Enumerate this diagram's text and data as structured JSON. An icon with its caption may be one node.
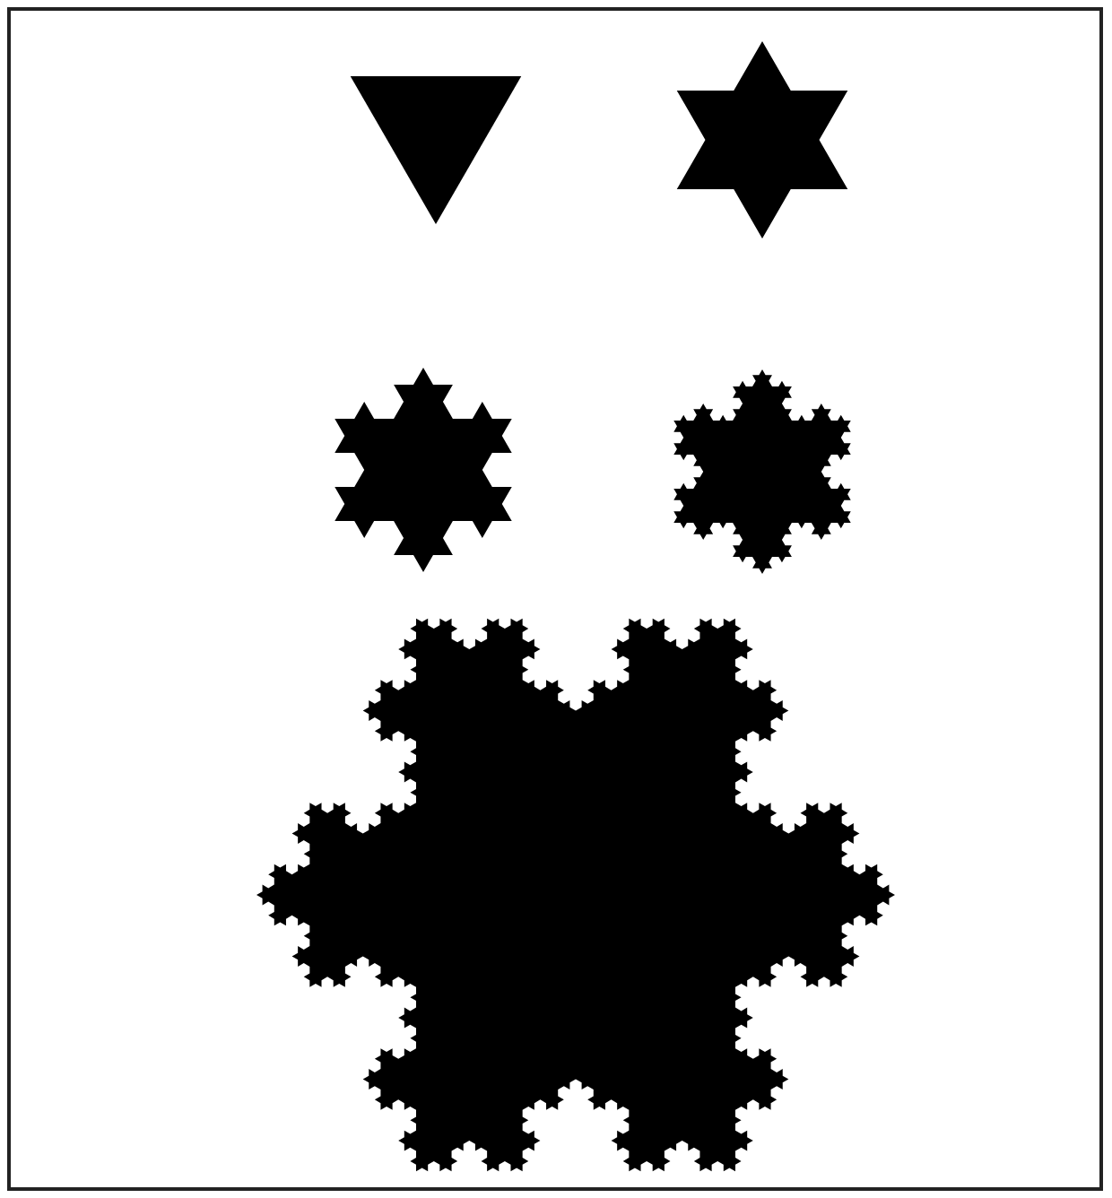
{
  "diagram": {
    "nodes": [
      {
        "text": [],
        "shape": "triangle"
      },
      {
        "text": [],
        "shape": "hexagram"
      },
      {
        "text": [],
        "shape": "snowflake"
      },
      {
        "text": [],
        "shape": "snowflake"
      },
      {
        "text": [],
        "shape": "snowflake"
      }
    ]
  }
}
